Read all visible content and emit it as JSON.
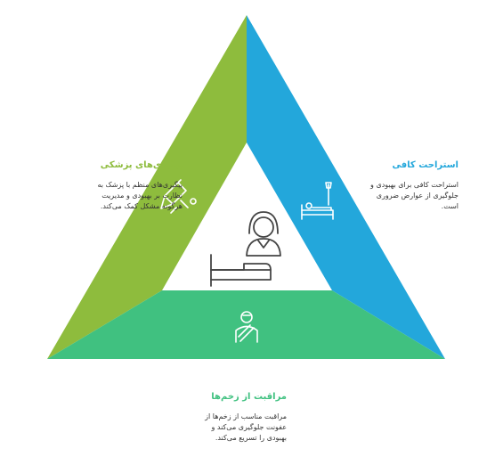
{
  "colors": {
    "green": "#8ebc3d",
    "blue": "#23a7db",
    "teal": "#40c180",
    "outline": "#454545"
  },
  "sections": {
    "checkups": {
      "title": "پیگیری‌های پزشکی",
      "desc": [
        "پیگیری‌های منظم با پزشک به",
        "نظارت بر بهبودی و مدیریت",
        "هرگونه مشکل کمک می‌کند."
      ],
      "icon": "pencil-checklist-icon"
    },
    "rest": {
      "title": "استراحت کافی",
      "desc": [
        "استراحت کافی برای بهبودی و",
        "جلوگیری از عوارض ضروری",
        "است."
      ],
      "icon": "bed-rest-icon"
    },
    "wound": {
      "title": "مراقبت از زخم‌ها",
      "desc": [
        "مراقبت مناسب از زخم‌ها از",
        "عفونت جلوگیری می‌کند و",
        "بهبودی را تسریع می‌کند."
      ],
      "icon": "bandaged-arm-icon"
    }
  },
  "center": {
    "icon": "patient-in-bed-icon"
  }
}
